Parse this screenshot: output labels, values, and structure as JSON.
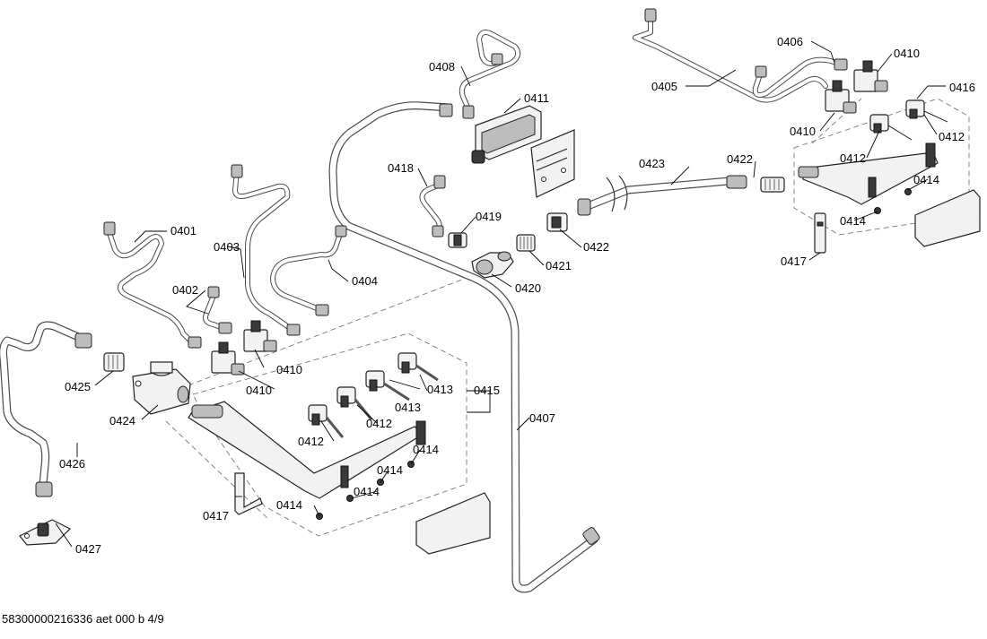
{
  "labels": {
    "l0401": "0401",
    "l0402": "0402",
    "l0403": "0403",
    "l0404": "0404",
    "l0405": "0405",
    "l0406": "0406",
    "l0407": "0407",
    "l0408": "0408",
    "l0410a": "0410",
    "l0410b": "0410",
    "l0410c": "0410",
    "l0410d": "0410",
    "l0411": "0411",
    "l0412a": "0412",
    "l0412b": "0412",
    "l0412c": "0412",
    "l0412d": "0412",
    "l0413a": "0413",
    "l0413b": "0413",
    "l0414a": "0414",
    "l0414b": "0414",
    "l0414c": "0414",
    "l0414d": "0414",
    "l0414e": "0414",
    "l0414f": "0414",
    "l0415": "0415",
    "l0416": "0416",
    "l0417a": "0417",
    "l0417b": "0417",
    "l0418": "0418",
    "l0419": "0419",
    "l0420": "0420",
    "l0421": "0421",
    "l0422a": "0422",
    "l0422b": "0422",
    "l0423": "0423",
    "l0424": "0424",
    "l0425": "0425",
    "l0426": "0426",
    "l0427": "0427"
  },
  "footer": "58300000216336 aet 000 b 4/9"
}
